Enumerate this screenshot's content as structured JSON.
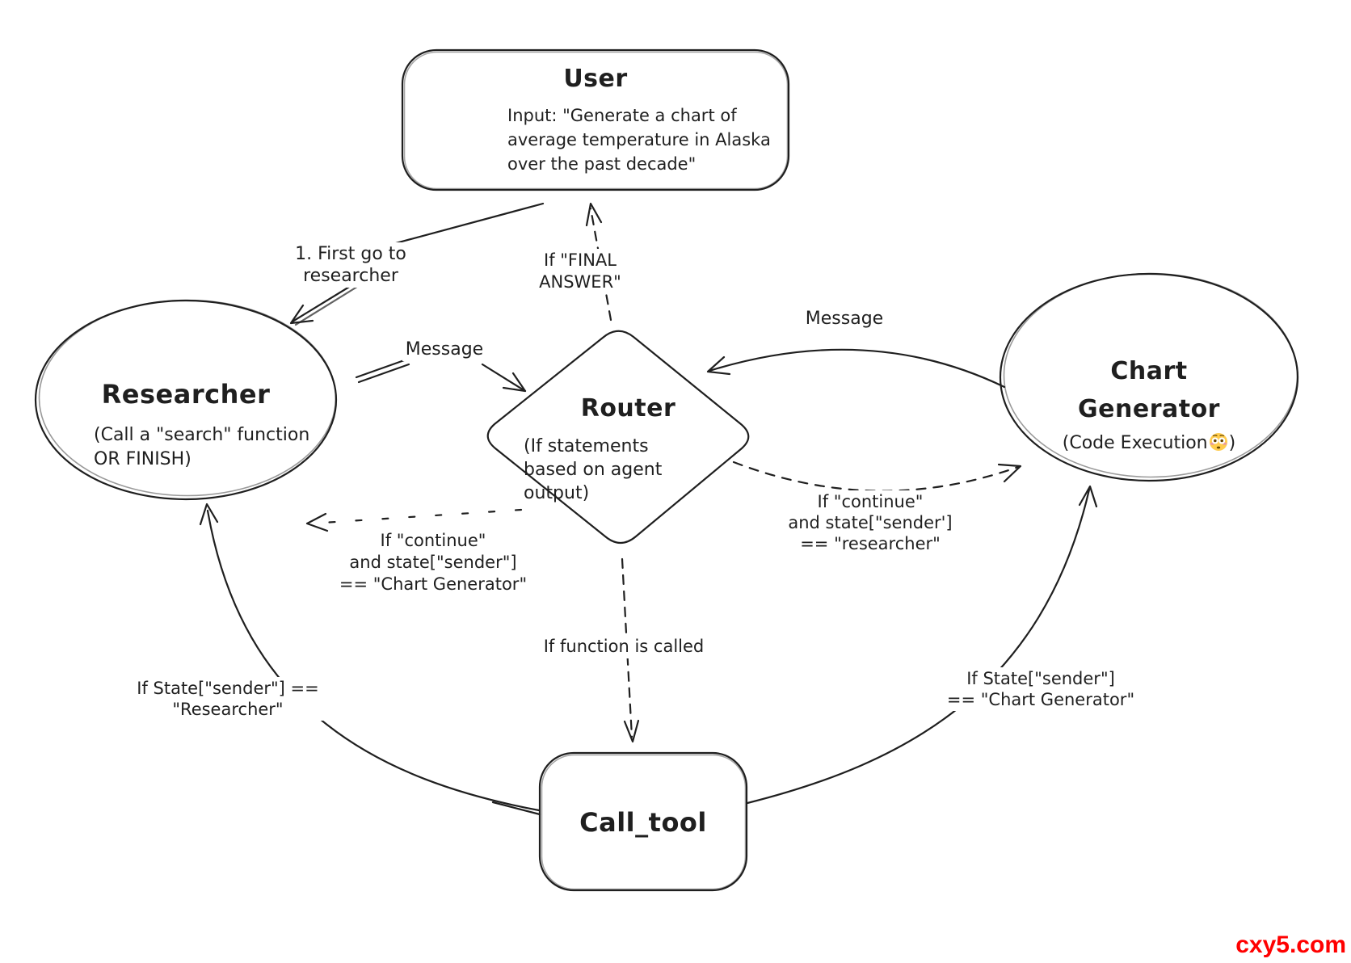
{
  "diagram": {
    "colors": {
      "ink": "#1f1f1f",
      "background": "#ffffff",
      "watermark_red": "#ff0000"
    },
    "nodes": {
      "user": {
        "title": "User",
        "body": "Input: \"Generate a chart of\naverage temperature in Alaska\nover the past decade\""
      },
      "researcher": {
        "title": "Researcher",
        "subtitle": "(Call a \"search\" function\nOR FINISH)"
      },
      "router": {
        "title": "Router",
        "subtitle": "(If statements\nbased on agent\noutput)"
      },
      "chart_generator": {
        "title": "Chart\nGenerator",
        "subtitle_prefix": "(Code Execution",
        "subtitle_suffix": ")",
        "emoji": "flushed-face"
      },
      "call_tool": {
        "title": "Call_tool"
      }
    },
    "edge_labels": {
      "first_go": "1. First go to\nresearcher",
      "final_answer": "If \"FINAL ANSWER\"",
      "message_left": "Message",
      "message_right": "Message",
      "cond_to_researcher": "If \"continue\"\nand state[\"sender\"]\n== \"Chart Generator\"",
      "cond_to_chart_generator": "If \"continue\"\nand state[\"sender']\n== \"researcher\"",
      "if_function": "If function is called",
      "state_researcher": "If State[\"sender\"] ==\n\"Researcher\"",
      "state_chart_generator": "If State[\"sender\"]\n== \"Chart Generator\""
    }
  },
  "watermark": {
    "text": "cxy5.com"
  }
}
